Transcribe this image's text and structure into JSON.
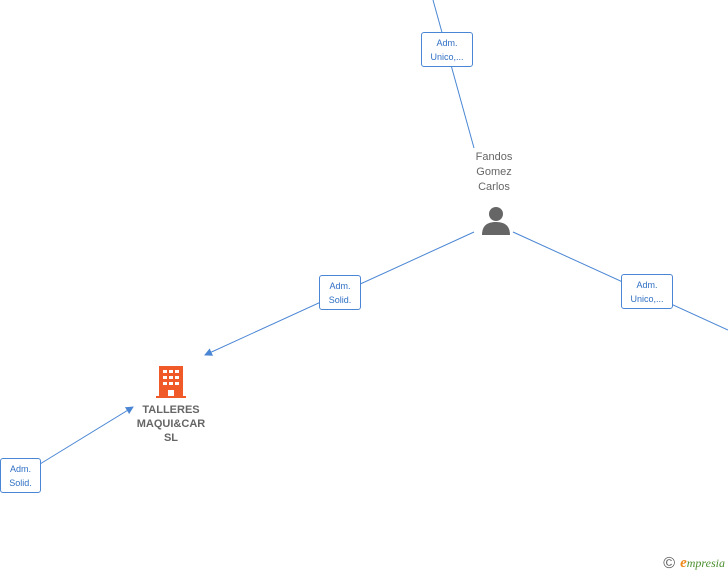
{
  "person": {
    "name_lines": [
      "Fandos",
      "Gomez",
      "Carlos"
    ],
    "icon": "person-icon"
  },
  "company": {
    "name_lines": [
      "TALLERES",
      "MAQUI&CAR",
      "SL"
    ],
    "icon": "building-icon",
    "color": "#f05a28"
  },
  "edges": {
    "top": {
      "line1": "Adm.",
      "line2": "Unico,..."
    },
    "right": {
      "line1": "Adm.",
      "line2": "Unico,..."
    },
    "center": {
      "line1": "Adm.",
      "line2": "Solid."
    },
    "left": {
      "line1": "Adm.",
      "line2": "Solid."
    }
  },
  "footer": {
    "copyright_symbol": "©",
    "brand_initial": "e",
    "brand_rest": "mpresia"
  },
  "colors": {
    "edge": "#4a86d4",
    "person_icon": "#666666",
    "label_text": "#666666"
  }
}
